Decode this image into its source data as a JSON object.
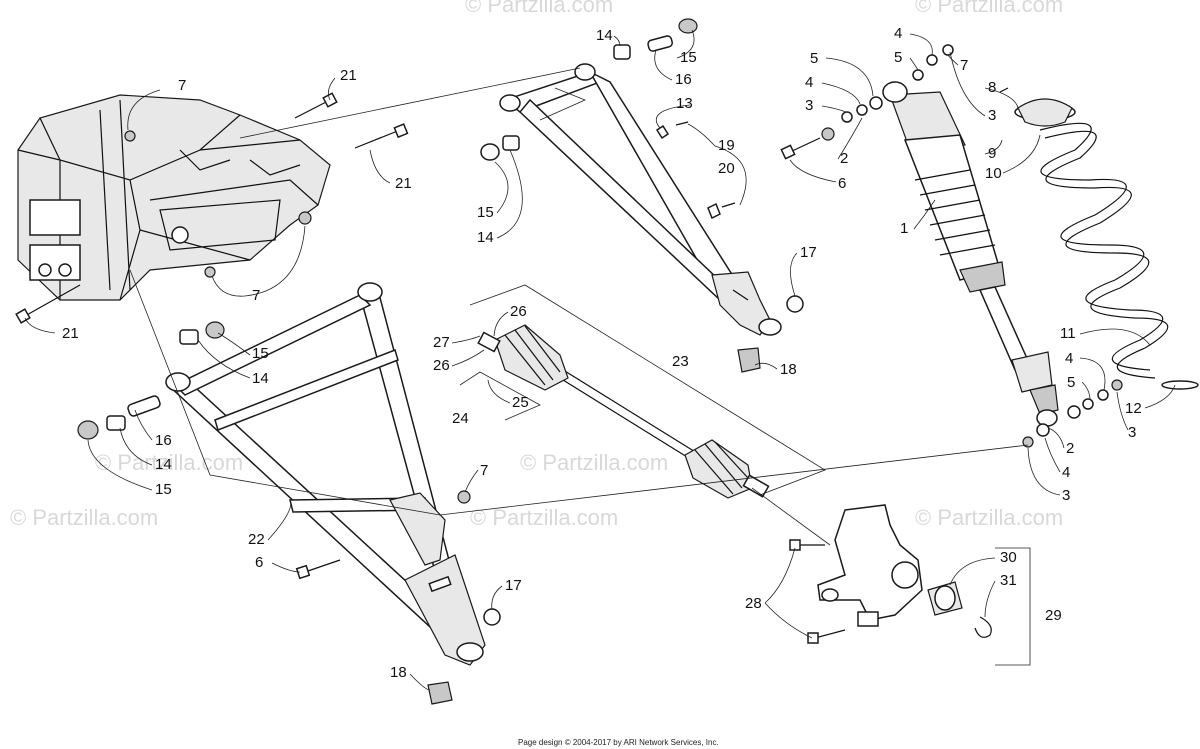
{
  "diagram": {
    "watermark": "© Partzilla.com",
    "footer": "Page design © 2004-2017 by ARI Network Services, Inc.",
    "callouts": {
      "c1": "1",
      "c2a": "2",
      "c2b": "2",
      "c3a": "3",
      "c3b": "3",
      "c3c": "3",
      "c3d": "3",
      "c4a": "4",
      "c4b": "4",
      "c4c": "4",
      "c4d": "4",
      "c5a": "5",
      "c5b": "5",
      "c5c": "5",
      "c6a": "6",
      "c6b": "6",
      "c7a": "7",
      "c7b": "7",
      "c7c": "7",
      "c7d": "7",
      "c8": "8",
      "c9": "9",
      "c10": "10",
      "c11": "11",
      "c12": "12",
      "c13": "13",
      "c14a": "14",
      "c14b": "14",
      "c14c": "14",
      "c14d": "14",
      "c15a": "15",
      "c15b": "15",
      "c15c": "15",
      "c15d": "15",
      "c16a": "16",
      "c16b": "16",
      "c17a": "17",
      "c17b": "17",
      "c18a": "18",
      "c18b": "18",
      "c19": "19",
      "c20": "20",
      "c21a": "21",
      "c21b": "21",
      "c21c": "21",
      "c22": "22",
      "c23": "23",
      "c24": "24",
      "c25": "25",
      "c26a": "26",
      "c26b": "26",
      "c27": "27",
      "c28": "28",
      "c29": "29",
      "c30": "30",
      "c31": "31"
    }
  }
}
